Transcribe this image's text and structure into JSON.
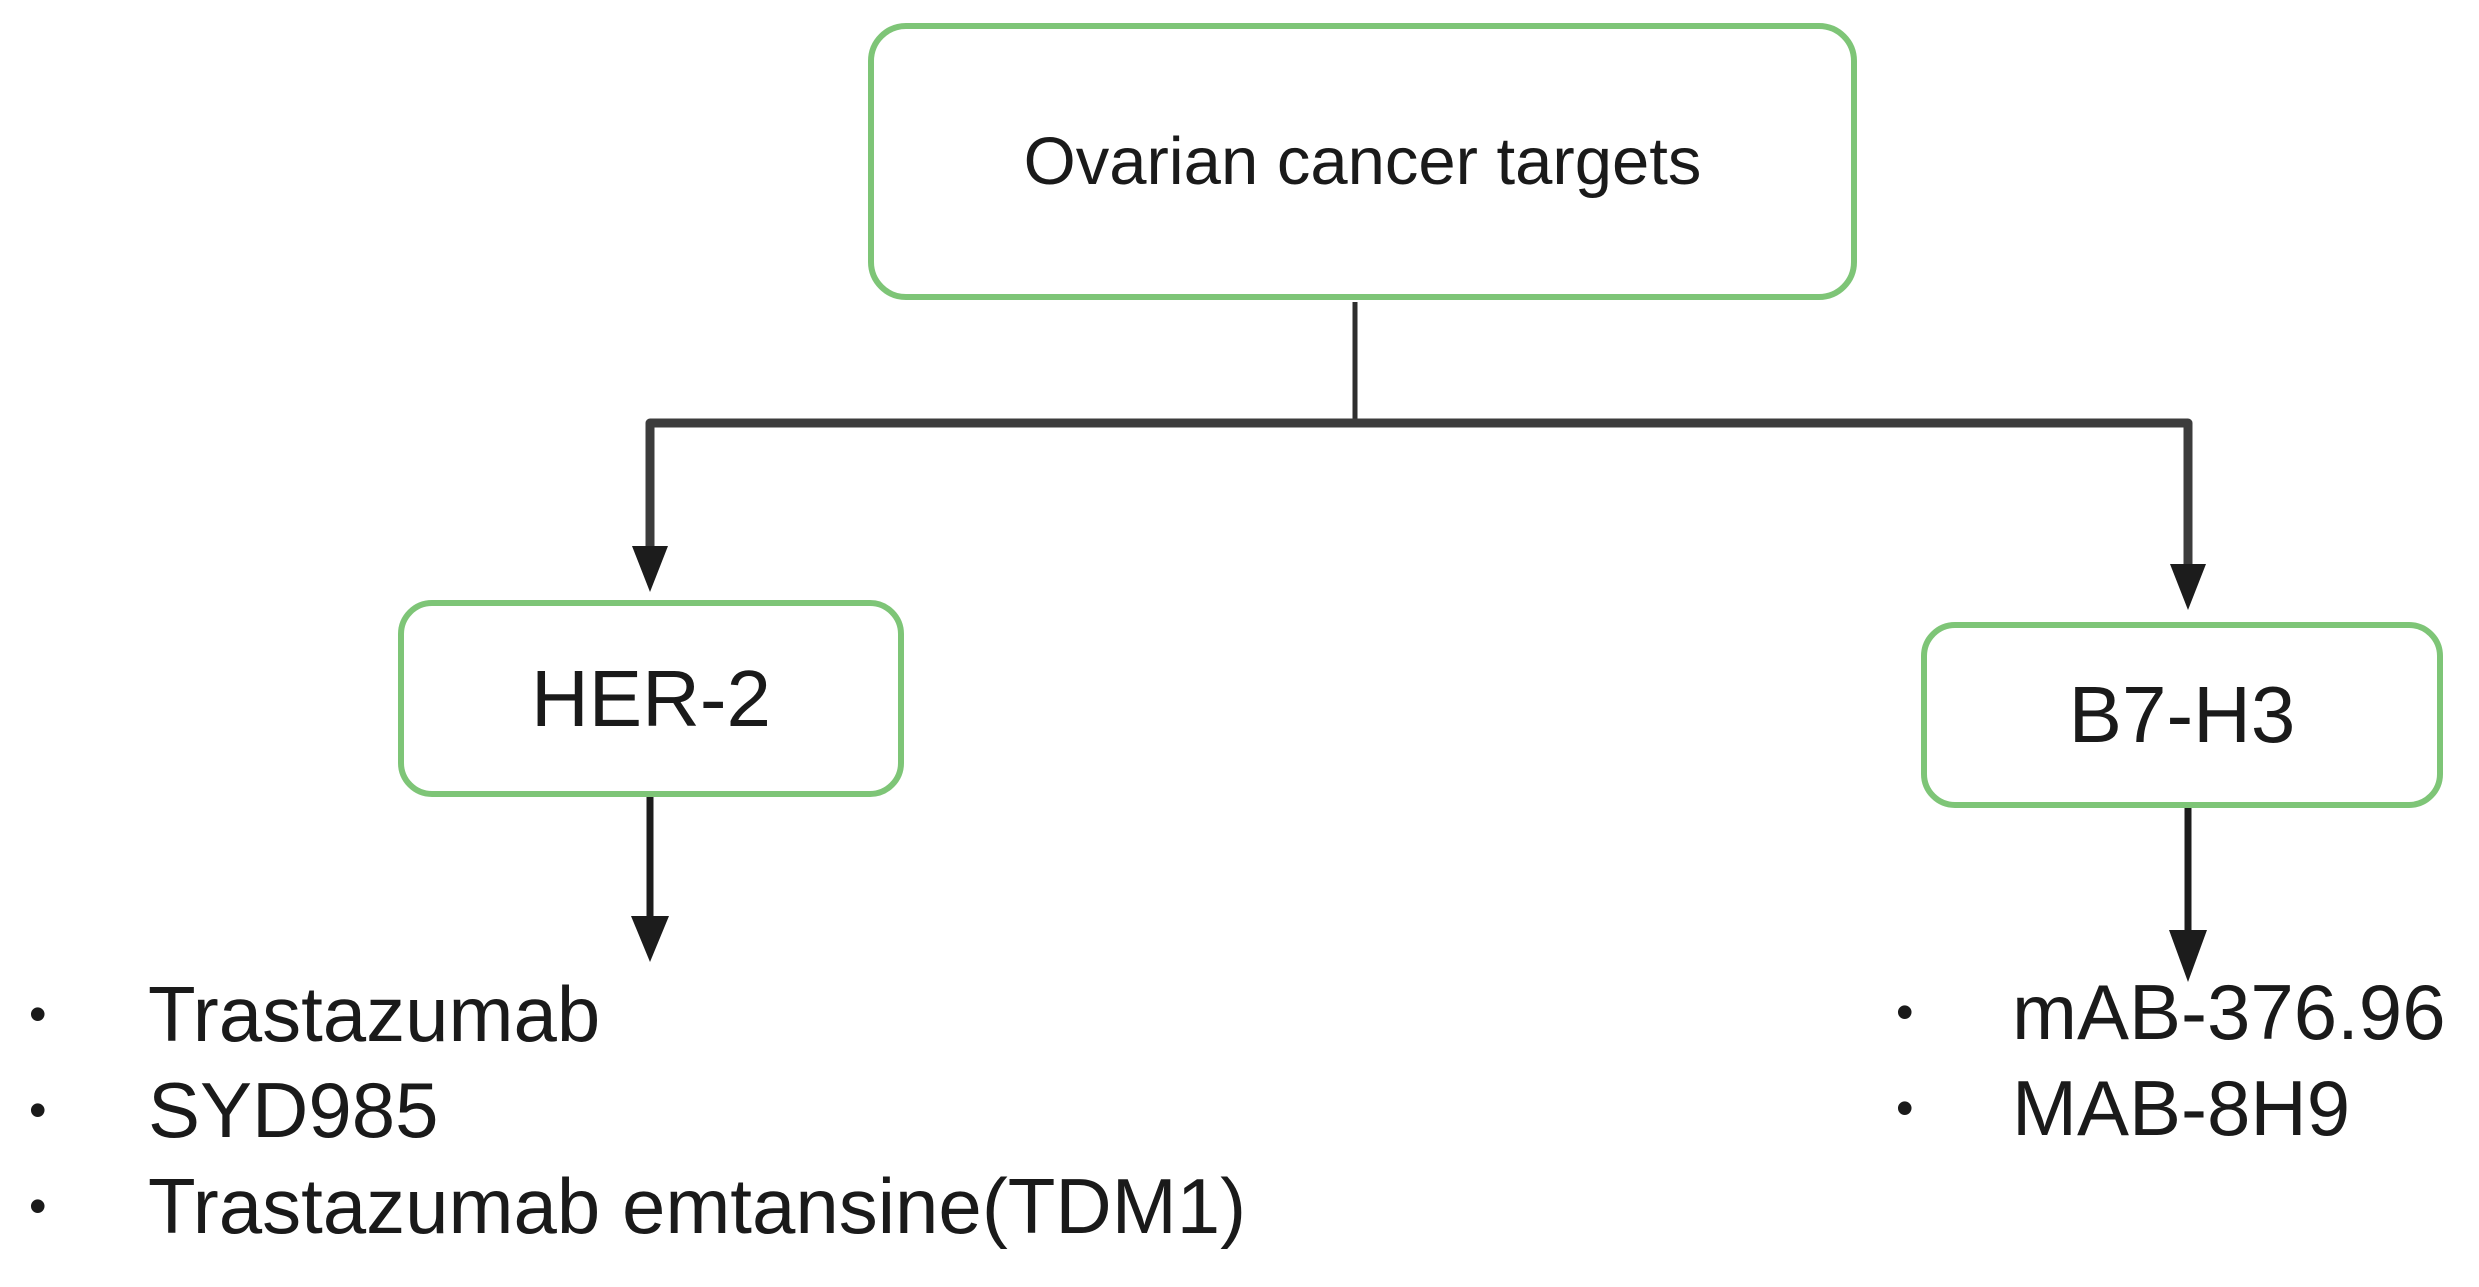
{
  "diagram": {
    "root": {
      "label": "Ovarian cancer targets"
    },
    "children": [
      {
        "id": "her2",
        "label": "HER-2"
      },
      {
        "id": "b7h3",
        "label": "B7-H3"
      }
    ]
  },
  "lists": {
    "her2": {
      "items": [
        "Trastazumab",
        "SYD985",
        "Trastazumab emtansine(TDM1)"
      ]
    },
    "b7h3": {
      "items": [
        "mAB-376.96",
        "MAB-8H9"
      ]
    }
  },
  "glyphs": {
    "bullet": "•"
  },
  "colors": {
    "box-border": "#7ec577",
    "connector": "#3c3c3c",
    "stem": "#2e2e2e",
    "arrow": "#1c1c1c",
    "text": "#1a1a1a",
    "background": "#ffffff"
  }
}
